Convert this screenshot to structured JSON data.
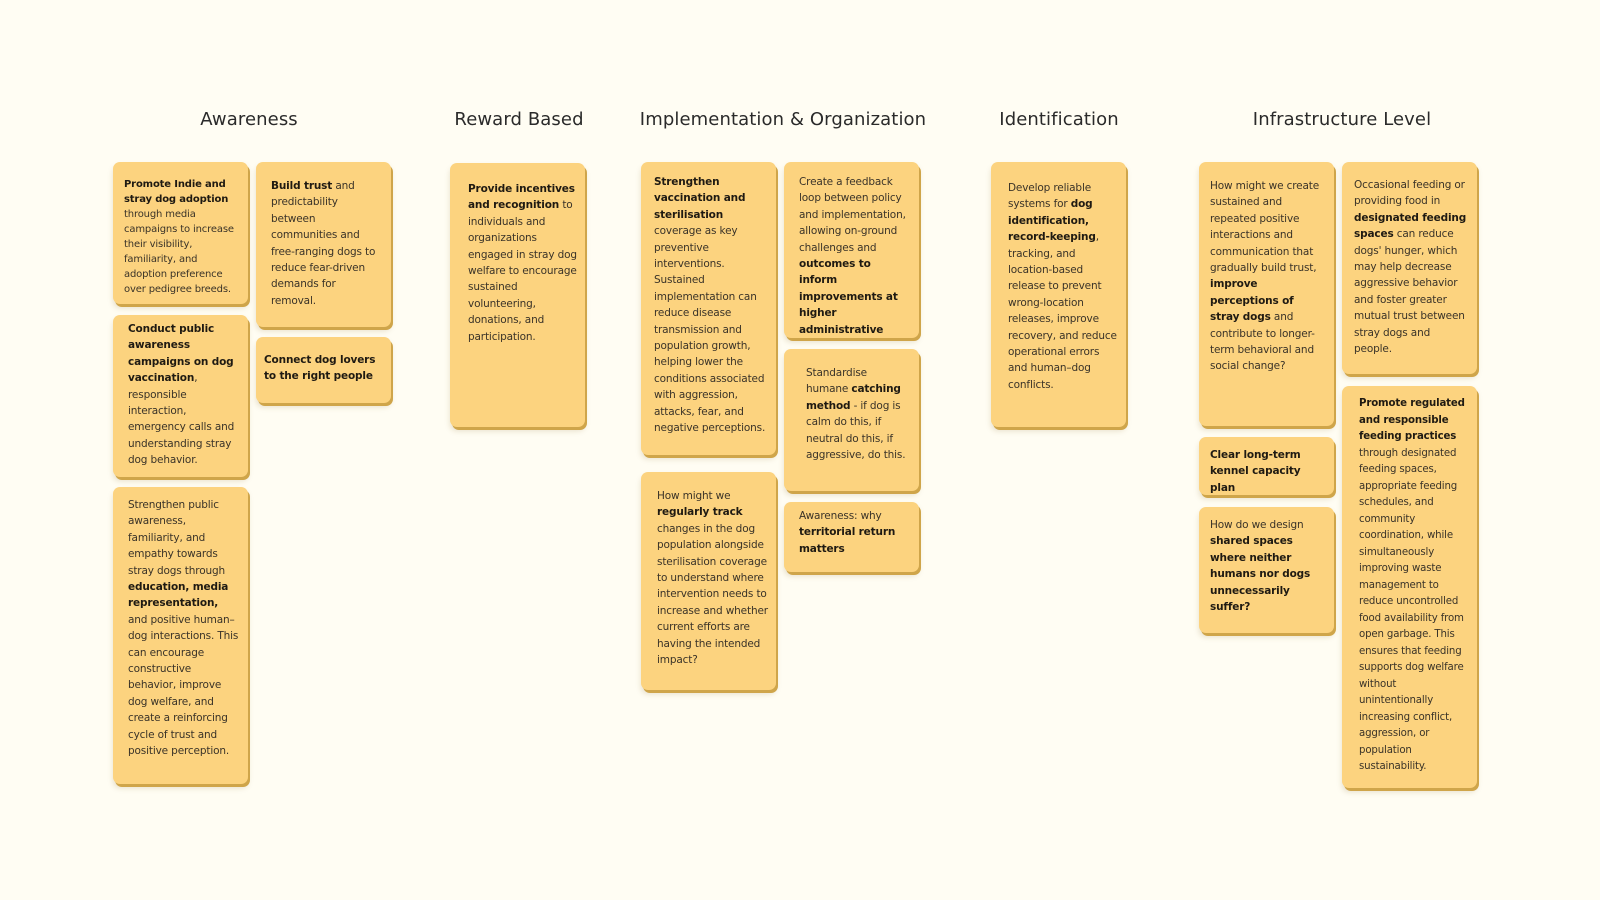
{
  "columns": [
    {
      "id": "awareness",
      "title": "Awareness",
      "notes": [
        {
          "id": "n1",
          "parts": [
            [
              "b",
              "Promote Indie and stray dog adoption"
            ],
            [
              "t",
              " through media campaigns to increase their visibility, familiarity, and adoption preference over pedigree breeds."
            ]
          ]
        },
        {
          "id": "n2",
          "parts": [
            [
              "b",
              "Build trust"
            ],
            [
              "t",
              " and predictability between communities and free-ranging dogs to reduce fear-driven demands for removal."
            ]
          ]
        },
        {
          "id": "n3",
          "parts": [
            [
              "b",
              "Conduct public awareness campaigns on dog vaccination"
            ],
            [
              "t",
              ", responsible interaction, emergency calls and understanding stray dog behavior."
            ]
          ]
        },
        {
          "id": "n4",
          "parts": [
            [
              "b",
              "Connect dog lovers to the right people"
            ]
          ]
        },
        {
          "id": "n5",
          "parts": [
            [
              "t",
              "Strengthen public awareness, familiarity, and empathy towards stray dogs through "
            ],
            [
              "b",
              "education, media representation,"
            ],
            [
              "t",
              " and positive human–dog interactions. This can encourage constructive behavior, improve dog welfare, and create a reinforcing cycle of trust and positive perception."
            ]
          ]
        }
      ]
    },
    {
      "id": "reward",
      "title": "Reward Based",
      "notes": [
        {
          "id": "n6",
          "parts": [
            [
              "b",
              "Provide incentives and recognition"
            ],
            [
              "t",
              " to individuals and organizations engaged in stray dog welfare to encourage sustained volunteering, donations, and participation."
            ]
          ]
        }
      ]
    },
    {
      "id": "implementation",
      "title": "Implementation & Organization",
      "notes": [
        {
          "id": "n7",
          "parts": [
            [
              "b",
              "Strengthen vaccination and sterilisation"
            ],
            [
              "t",
              " coverage as key preventive interventions. Sustained implementation can reduce disease transmission and population growth, helping lower the conditions associated with aggression, attacks, fear, and negative perceptions."
            ]
          ]
        },
        {
          "id": "n8",
          "parts": [
            [
              "t",
              "Create a feedback loop between policy and implementation, allowing on-ground challenges and "
            ],
            [
              "b",
              "outcomes to inform improvements at higher administrative levels."
            ]
          ]
        },
        {
          "id": "n9",
          "parts": [
            [
              "t",
              "Standardise humane "
            ],
            [
              "b",
              "catching method"
            ],
            [
              "t",
              " - if dog is calm do this, if neutral do this, if aggressive, do this."
            ]
          ]
        },
        {
          "id": "n10",
          "parts": [
            [
              "t",
              "How might we "
            ],
            [
              "b",
              "regularly track"
            ],
            [
              "t",
              " changes in the dog population alongside sterilisation coverage to understand where intervention needs to increase and whether current efforts are having the intended impact?"
            ]
          ]
        },
        {
          "id": "n11",
          "parts": [
            [
              "t",
              "Awareness: why "
            ],
            [
              "b",
              "territorial return matters"
            ]
          ]
        }
      ]
    },
    {
      "id": "identification",
      "title": "Identification",
      "notes": [
        {
          "id": "n12",
          "parts": [
            [
              "t",
              "Develop reliable systems for "
            ],
            [
              "b",
              "dog identification, record-keeping"
            ],
            [
              "t",
              ", tracking, and location-based release to prevent wrong-location releases, improve recovery, and reduce operational errors and human–dog conflicts."
            ]
          ]
        }
      ]
    },
    {
      "id": "infrastructure",
      "title": "Infrastructure Level",
      "notes": [
        {
          "id": "n13",
          "parts": [
            [
              "t",
              "How might we create sustained and repeated positive interactions and communication that gradually build trust, "
            ],
            [
              "b",
              "improve perceptions of stray dogs"
            ],
            [
              "t",
              " and contribute to longer-term behavioral and social change?"
            ]
          ]
        },
        {
          "id": "n14",
          "parts": [
            [
              "t",
              "Occasional feeding or providing food in "
            ],
            [
              "b",
              "designated feeding spaces"
            ],
            [
              "t",
              " can reduce dogs' hunger, which may help decrease aggressive behavior and foster greater mutual trust between stray dogs and people."
            ]
          ]
        },
        {
          "id": "n15",
          "parts": [
            [
              "b",
              "Clear long-term kennel capacity plan"
            ]
          ]
        },
        {
          "id": "n16",
          "parts": [
            [
              "t",
              "How do we design "
            ],
            [
              "b",
              "shared spaces where neither humans nor dogs unnecessarily suffer?"
            ]
          ]
        },
        {
          "id": "n17",
          "parts": [
            [
              "b",
              "Promote regulated and responsible feeding practices"
            ],
            [
              "t",
              " through designated feeding spaces, appropriate feeding schedules, and community coordination, while simultaneously improving waste management to reduce uncontrolled food availability from open garbage. This ensures that feeding supports dog welfare without unintentionally increasing conflict, aggression, or population sustainability."
            ]
          ]
        }
      ]
    }
  ],
  "colors": {
    "background": "#fffdf3",
    "note": "#fcd37f",
    "note_shadow": "#cfa54a",
    "heading_text": "#2a2a2a"
  }
}
